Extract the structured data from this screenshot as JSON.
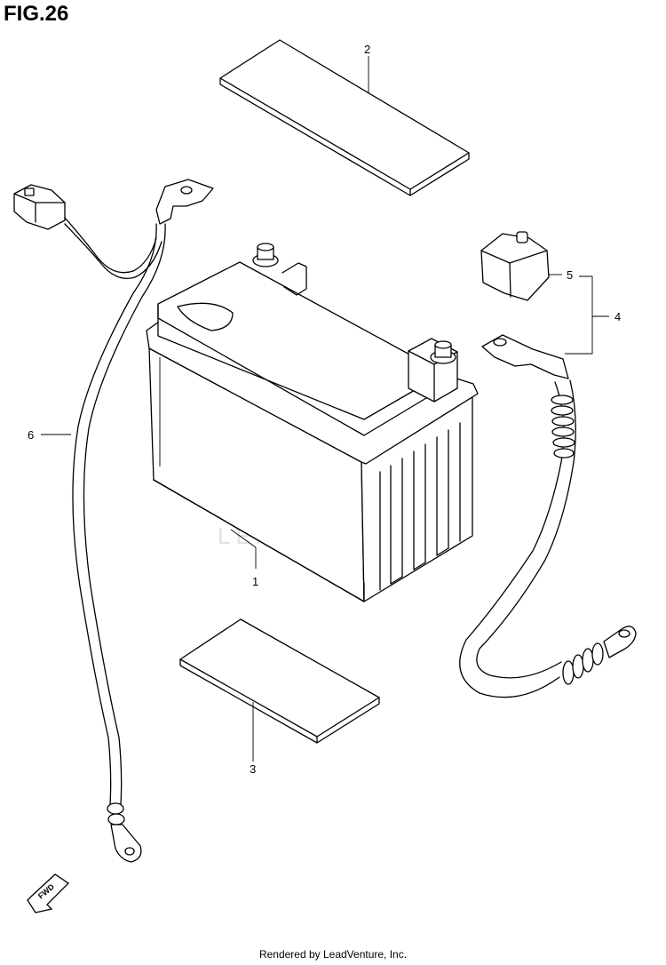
{
  "figure": {
    "title": "FIG.26"
  },
  "callouts": {
    "battery": "1",
    "top_pad": "2",
    "bottom_pad": "3",
    "positive_lead_set": "4",
    "terminal_cover": "5",
    "negative_lead": "6"
  },
  "fwd_label": "FWD",
  "watermark": "LEADVENTURE",
  "footer": "Rendered by LeadVenture, Inc."
}
